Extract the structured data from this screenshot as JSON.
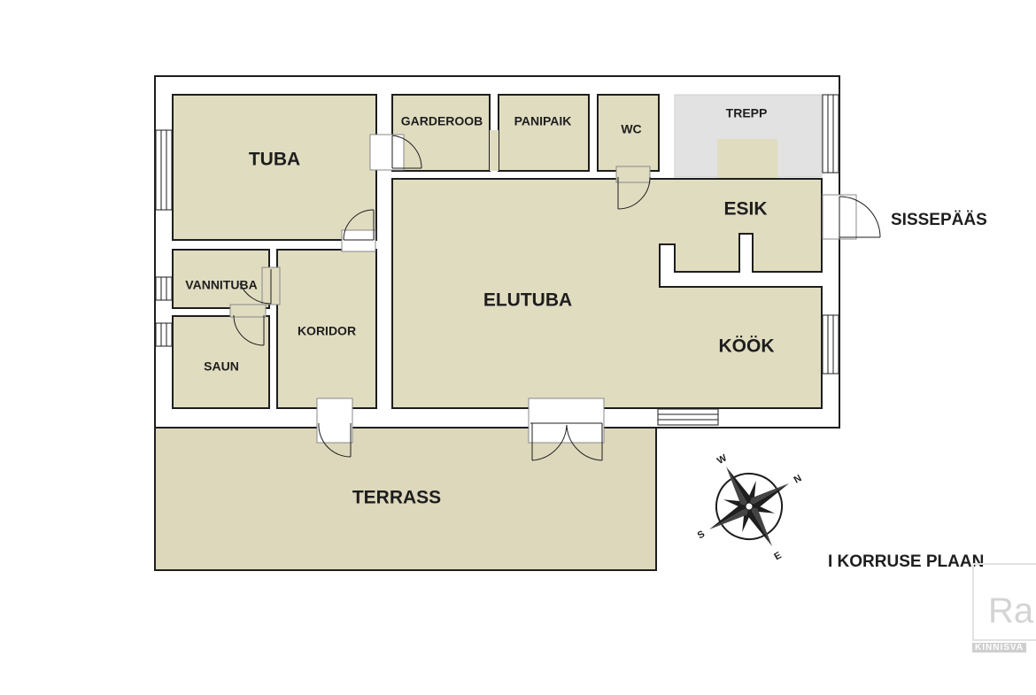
{
  "plan": {
    "rooms": {
      "tuba": "TUBA",
      "garderoob": "GARDEROOB",
      "panipaik": "PANIPAIK",
      "wc": "WC",
      "trepp": "TREPP",
      "esik": "ESIK",
      "vannituba": "VANNITUBA",
      "koridor": "KORIDOR",
      "elutuba": "ELUTUBA",
      "saun": "SAUN",
      "kook": "KÖÖK",
      "terrass": "TERRASS"
    },
    "entrance": "SISSEPÄÄS",
    "floor_title": "I KORRUSE PLAAN",
    "compass": {
      "w": "W",
      "n": "N",
      "s": "S",
      "e": "E"
    },
    "watermark": {
      "text": "Ra",
      "sub": "KINNISVA"
    },
    "colors": {
      "room_fill": "#e0dcc0",
      "terrace_fill": "#ddd8bb",
      "stair_fill": "#e2e2e2",
      "wall": "#1e1e1e"
    }
  }
}
